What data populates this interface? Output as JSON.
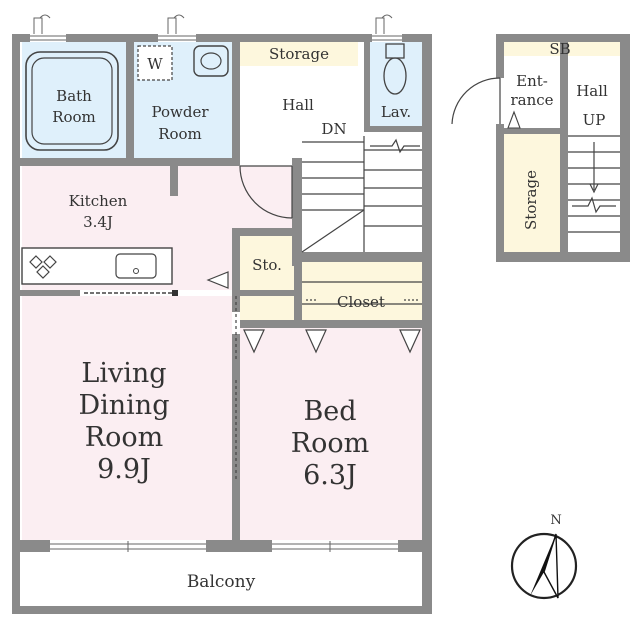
{
  "colors": {
    "wall": "#8a8a8a",
    "wet_area": "#dff0fb",
    "living_area": "#fbeef2",
    "storage": "#fdf7dd",
    "hall": "#ffffff"
  },
  "rooms": {
    "bath": [
      "Bath",
      "Room"
    ],
    "powder": [
      "Powder",
      "Room"
    ],
    "washer": "W",
    "storage_top": "Storage",
    "hall": "Hall",
    "dn": "DN",
    "lav": "Lav.",
    "kitchen": [
      "Kitchen",
      "3.4J"
    ],
    "sto": "Sto.",
    "closet": "Closet",
    "living": [
      "Living",
      "Dining",
      "Room",
      "9.9J"
    ],
    "bed": [
      "Bed",
      "Room",
      "6.3J"
    ],
    "balcony": "Balcony"
  },
  "lower_floor": {
    "sb": "SB",
    "entrance": [
      "Ent-",
      "rance"
    ],
    "hall": "Hall",
    "up": "UP",
    "storage": "Storage"
  },
  "compass": {
    "north_label": "N",
    "icon": "north-arrow-icon"
  }
}
